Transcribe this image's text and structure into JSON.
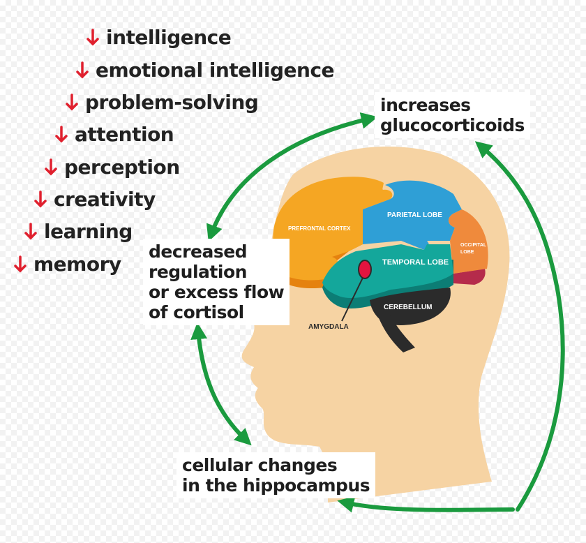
{
  "effects": [
    {
      "label": "intelligence"
    },
    {
      "label": "emotional intelligence"
    },
    {
      "label": "problem-solving"
    },
    {
      "label": "attention"
    },
    {
      "label": "perception"
    },
    {
      "label": "creativity"
    },
    {
      "label": "learning"
    },
    {
      "label": "memory"
    }
  ],
  "cycle": {
    "increases": {
      "line1": "increases",
      "line2": "glucocorticoids"
    },
    "decreased": {
      "line1": "decreased",
      "line2": "regulation",
      "line3": "or excess flow",
      "line4": "of cortisol"
    },
    "cellular": {
      "line1": "cellular changes",
      "line2": "in the hippocampus"
    }
  },
  "brain": {
    "prefrontal": "PREFRONTAL CORTEX",
    "parietal": "PARIETAL LOBE",
    "occipital_1": "OCCIPITAL",
    "occipital_2": "LOBE",
    "temporal": "TEMPORAL LOBE",
    "cerebellum": "CEREBELLUM",
    "amygdala": "AMYGDALA"
  },
  "colors": {
    "arrow_green": "#1a9a3e",
    "down_arrow_red": "#e0202e",
    "skin": "#f6d3a3",
    "prefrontal": "#f5a623",
    "prefrontal_dark": "#e5820f",
    "parietal": "#2f9fd6",
    "occipital": "#ef8a3c",
    "occipital_dark": "#b52b4b",
    "temporal": "#14a79b",
    "temporal_dark": "#0c7d75",
    "cerebellum": "#2b2b2b",
    "amygdala": "#e3143f"
  },
  "icons": {
    "effect": "down-arrow-icon",
    "cycle": "cycle-arrow-icon"
  }
}
